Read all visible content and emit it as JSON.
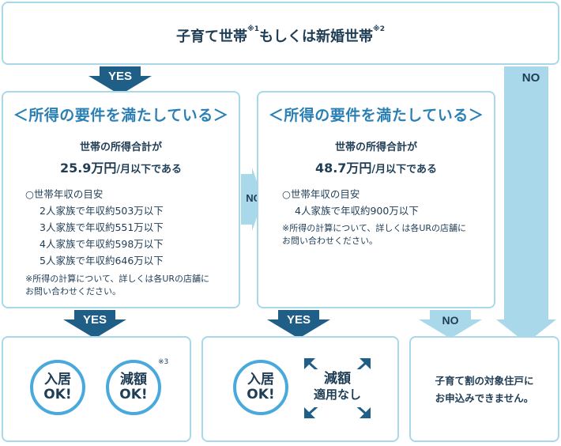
{
  "top": {
    "title_parts": [
      "子育て世帯",
      "もしくは新婚世帯"
    ],
    "mark1": "※1",
    "mark2": "※2"
  },
  "arrows": {
    "yes_top": "YES",
    "no_right": "NO",
    "no_middle": "NO",
    "yes_left": "YES",
    "yes_middle": "YES",
    "no_bottom": "NO"
  },
  "left_box": {
    "heading": "＜所得の要件を満たしている＞",
    "sub": "世帯の所得合計が",
    "amount": "25.9万円",
    "amount_suffix": "/月以下である",
    "guide_title": "○世帯年収の目安",
    "guide_lines": [
      "2人家族で年収約503万以下",
      "3人家族で年収約551万以下",
      "4人家族で年収約598万以下",
      "5人家族で年収約646万以下"
    ],
    "note": "※所得の計算について、詳しくは各URの店舗にお問い合わせください。"
  },
  "mid_box": {
    "heading": "＜所得の要件を満たしている＞",
    "sub": "世帯の所得合計が",
    "amount": "48.7万円",
    "amount_suffix": "/月以下である",
    "guide_title": "○世帯年収の目安",
    "guide_lines": [
      "4人家族で年収約900万以下"
    ],
    "note": "※所得の計算について、詳しくは各URの店舗にお問い合わせください。"
  },
  "result_left": {
    "badge1": [
      "入居",
      "OK!"
    ],
    "badge2": [
      "減額",
      "OK!"
    ],
    "mark3": "※3"
  },
  "result_mid": {
    "badge1": [
      "入居",
      "OK!"
    ],
    "badge2": [
      "減額",
      "適用なし"
    ]
  },
  "result_right": {
    "lines": [
      "子育て割の対象住戸に",
      "お申込みできません。"
    ]
  },
  "colors": {
    "box_border": "#a8d8ea",
    "arrow_dark": "#1f5f87",
    "arrow_light": "#a8d8ea",
    "accent": "#4aa9dc"
  }
}
